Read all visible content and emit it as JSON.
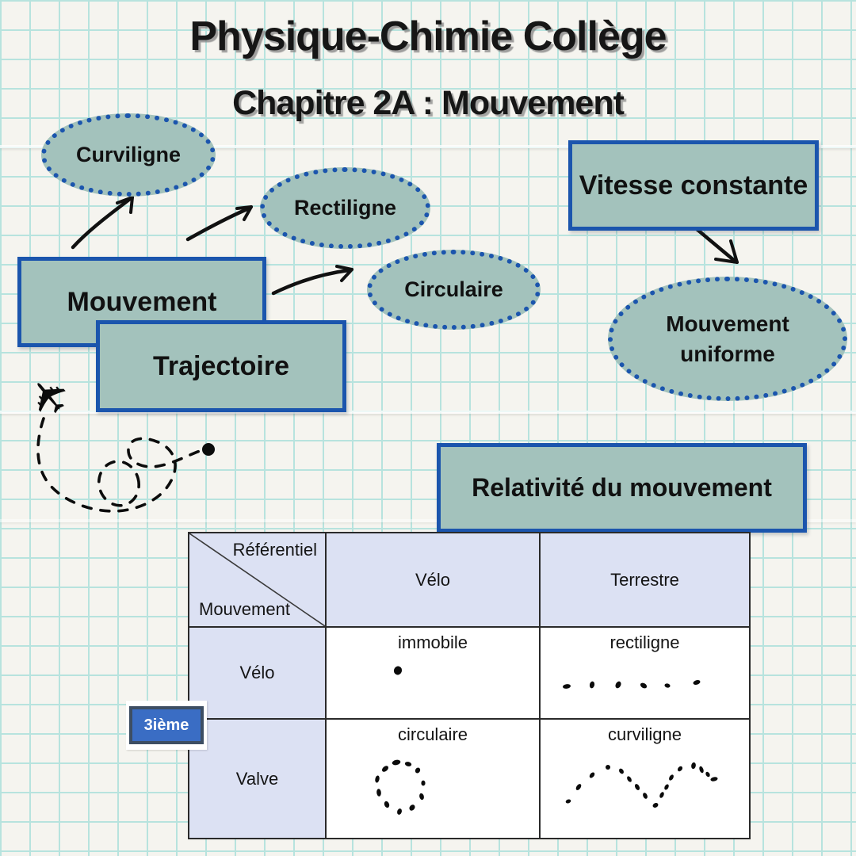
{
  "title": "Physique-Chimie Collège",
  "subtitle": "Chapitre 2A : Mouvement",
  "colors": {
    "node_fill": "#a3c2bc",
    "node_border_blue": "#1b55ad",
    "table_header_fill": "#dce1f3",
    "grid_line": "#b7e3de",
    "paper": "#f5f4ef",
    "badge_fill": "#3a6dc4",
    "badge_border": "#3d4e63",
    "ink": "#111111"
  },
  "icons": {
    "airplane": "✈",
    "trajectory_doodle": "dashed-loop-path-with-end-dot"
  },
  "nodes": {
    "curviligne": "Curviligne",
    "rectiligne": "Rectiligne",
    "circulaire": "Circulaire",
    "mouvement": "Mouvement",
    "trajectoire": "Trajectoire",
    "vitesse_constante": "Vitesse constante",
    "mouvement_uniforme_line1": "Mouvement",
    "mouvement_uniforme_line2": "uniforme",
    "relativite": "Relativité du mouvement"
  },
  "badge": {
    "label": "3ième"
  },
  "table": {
    "corner": {
      "top_right": "Référentiel",
      "bottom_left": "Mouvement"
    },
    "columns": [
      "Vélo",
      "Terrestre"
    ],
    "rows": [
      {
        "label": "Vélo",
        "cells": [
          {
            "label": "immobile",
            "pattern": "single-dot"
          },
          {
            "label": "rectiligne",
            "pattern": "horizontal-dots"
          }
        ]
      },
      {
        "label": "Valve",
        "cells": [
          {
            "label": "circulaire",
            "pattern": "circle-dots"
          },
          {
            "label": "curviligne",
            "pattern": "wave-dots"
          }
        ]
      }
    ]
  }
}
